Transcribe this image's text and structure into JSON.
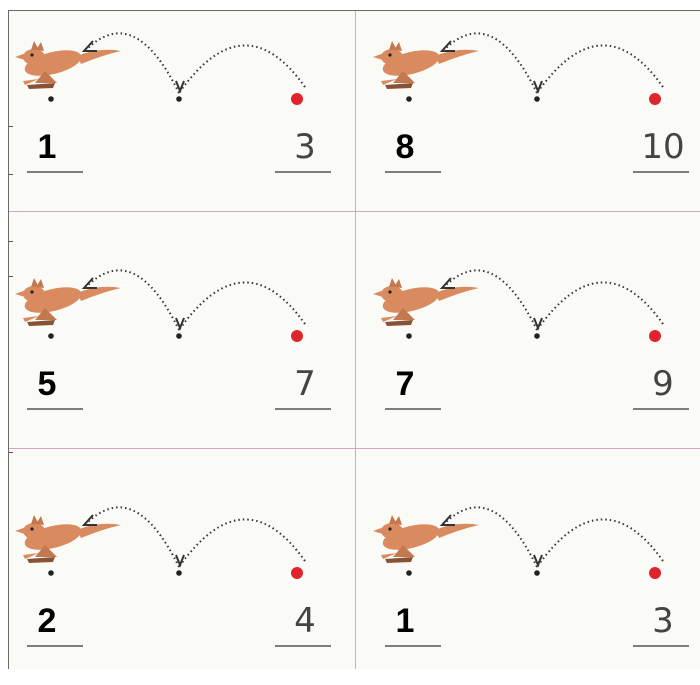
{
  "exercises": [
    {
      "start": "1",
      "end": "3"
    },
    {
      "start": "8",
      "end": "10"
    },
    {
      "start": "5",
      "end": "7"
    },
    {
      "start": "7",
      "end": "9"
    },
    {
      "start": "2",
      "end": "4"
    },
    {
      "start": "1",
      "end": "3"
    }
  ],
  "icons": {
    "animal": "kangaroo-icon",
    "marker": "red-dot"
  },
  "colors": {
    "kangaroo": "#d98b5f",
    "kangaroo_dark": "#8a5234",
    "marker": "#e0242b",
    "grid_line": "#d6a7bf",
    "sheet": "#fafaf7"
  }
}
